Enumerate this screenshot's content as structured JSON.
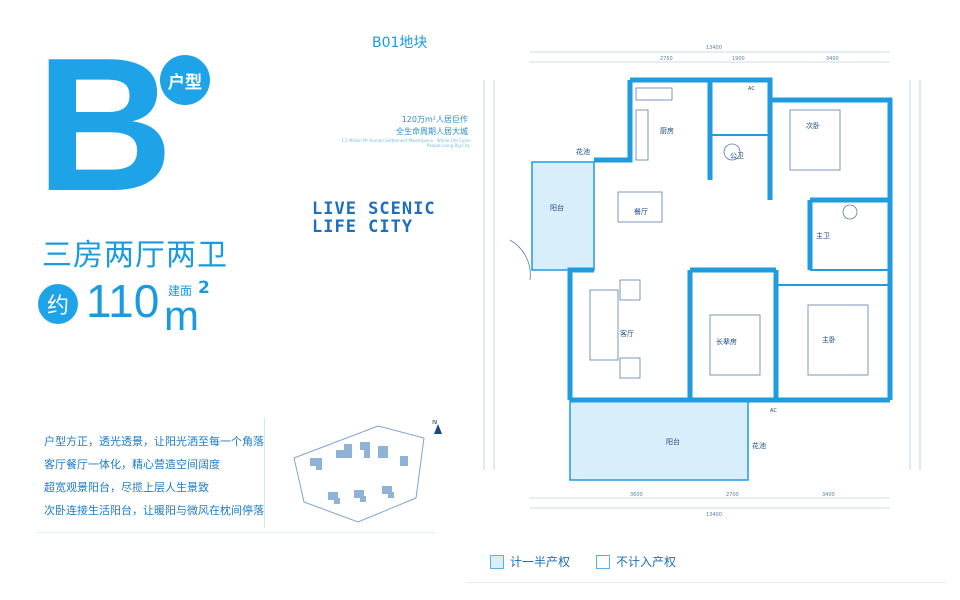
{
  "header": {
    "unit_letter": "B",
    "unit_type": "户型",
    "block": "B01地块"
  },
  "tagline": {
    "line1": "120万m²人居巨作",
    "line2": "全生命周期人居大城",
    "english": "1.2 Million M² Human Settlement Masterpiece · Whole Life Cycle People Living Big City"
  },
  "slogan": {
    "line1": "LIVE SCENIC",
    "line2": "LIFE CITY"
  },
  "layout": {
    "title": "三房两厅两卫",
    "approx": "约",
    "area": "110",
    "unit_label": "建面",
    "unit": "m",
    "unit_sup": "2"
  },
  "features": [
    "户型方正，透光透景，让阳光洒至每一个角落",
    "客厅餐厅一体化，精心营造空间阔度",
    "超宽观景阳台，尽揽上层人生景致",
    "次卧连接生活阳台，让暖阳与微风在枕间停落"
  ],
  "floorplan": {
    "rooms": {
      "kitchen": "厨房",
      "bedroom2": "次卧",
      "public_bath": "公卫",
      "master_bath": "主卫",
      "dining": "餐厅",
      "balcony_side": "阳台",
      "living": "客厅",
      "elder_room": "长辈房",
      "master_bed": "主卧",
      "balcony_main": "阳台",
      "flower_pool_1": "花池",
      "flower_pool_2": "花池",
      "ac1": "AC",
      "ac2": "AC"
    },
    "dims_top": [
      "2750",
      "1900",
      "3400"
    ],
    "dims_bottom": [
      "3600",
      "2700",
      "3400"
    ],
    "total_top": "13400",
    "total_bottom": "13400"
  },
  "site_map": {
    "north": "N"
  },
  "legend": [
    {
      "label": "计一半产权",
      "style": "half"
    },
    {
      "label": "不计入产权",
      "style": "none"
    }
  ],
  "colors": {
    "primary": "#1fa3e8",
    "wall": "#1f9be0",
    "balcony_fill": "#d8eefb",
    "line": "#5a7fa8"
  }
}
